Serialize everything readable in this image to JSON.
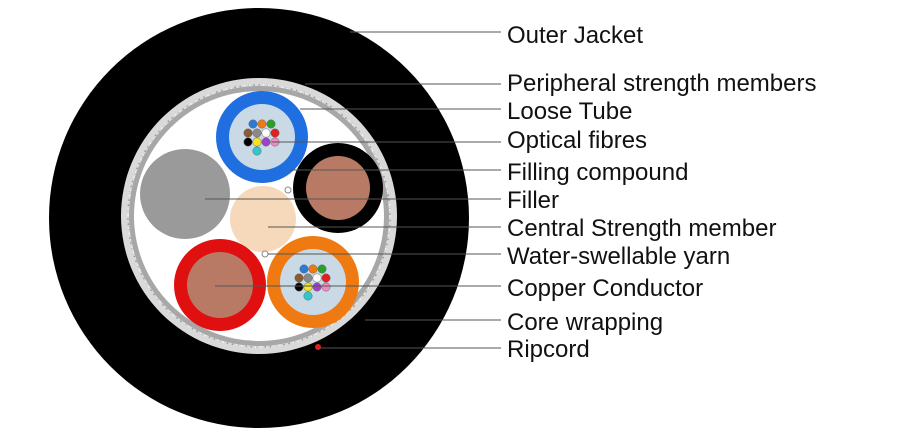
{
  "diagram": {
    "labels": [
      "Outer Jacket",
      "Peripheral strength members",
      "Loose Tube",
      "Optical fibres",
      "Filling compound",
      "Filler",
      "Central Strength member",
      "Water-swellable yarn",
      "Copper Conductor",
      "Core wrapping",
      "Ripcord"
    ],
    "colors": {
      "jacket": "#000000",
      "strength_ring": "#d9d9d9",
      "core_wrap": "#a7a7a7",
      "core_fill": "#ffffff",
      "loose_tube_blue": "#1f6fe0",
      "loose_tube_orange": "#f07a12",
      "gel": "#c9d9e6",
      "copper": "#b87a64",
      "copper_jacket_black": "#000000",
      "copper_jacket_red": "#e01010",
      "filler": "#9a9a9a",
      "central_member": "#f6d8bb",
      "ripcord": "#e0201a"
    },
    "fibre_colors": [
      "#2b7bd6",
      "#f07a12",
      "#2aa02a",
      "#8a5a33",
      "#8a8a8a",
      "#ffffff",
      "#e02020",
      "#000000",
      "#f5e51e",
      "#a040c8",
      "#f08ac0",
      "#30c8c8"
    ]
  }
}
